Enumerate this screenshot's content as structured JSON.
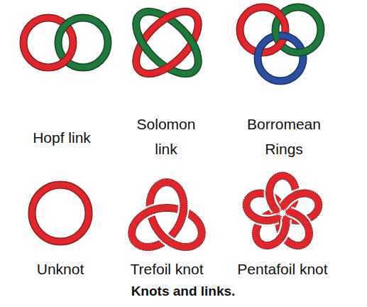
{
  "diagram": {
    "caption": "Knots and links.",
    "labels": [
      "Hopf link",
      "Solomon link",
      "Borromean Rings",
      "Unknot",
      "Trefoil knot",
      "Pentafoil knot"
    ]
  }
}
